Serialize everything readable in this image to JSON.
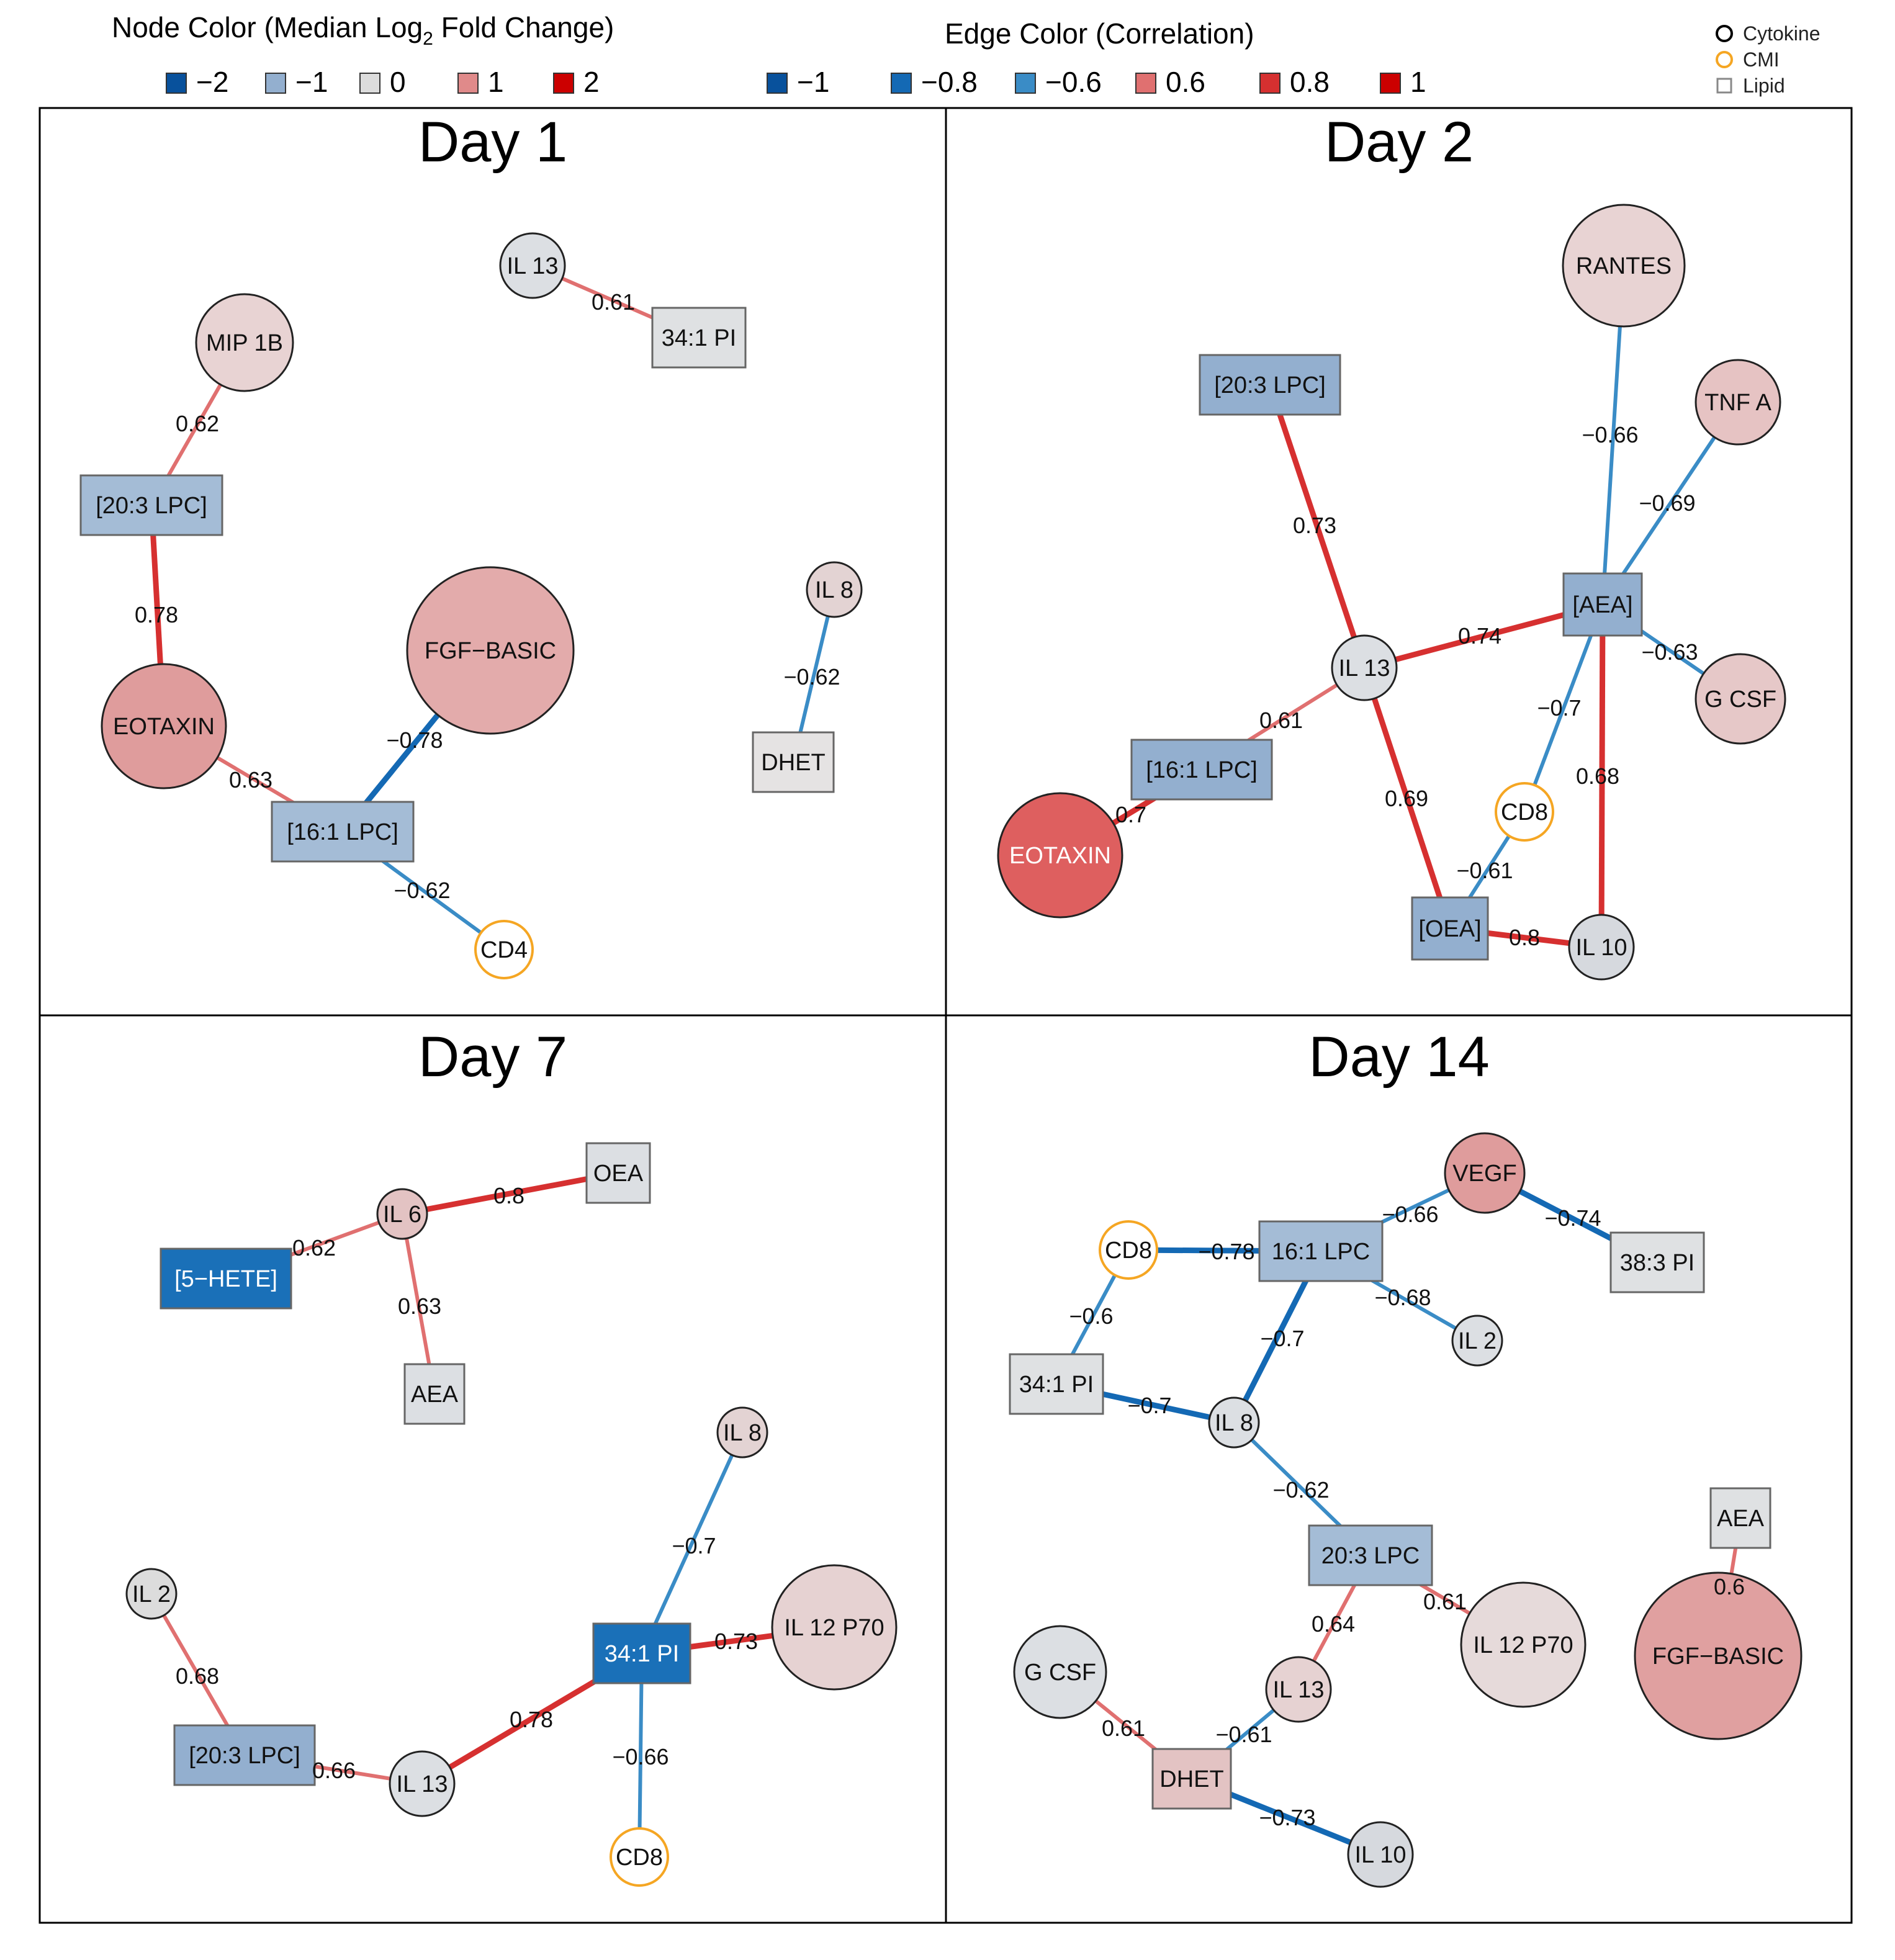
{
  "legend": {
    "node_color": {
      "title_prefix": "Node Color (Median Log",
      "title_sub": "2",
      "title_suffix": " Fold Change)",
      "items": [
        {
          "label": "−2",
          "color": "#08519c"
        },
        {
          "label": "−1",
          "color": "#93afcf"
        },
        {
          "label": "0",
          "color": "#dcdcdc"
        },
        {
          "label": "1",
          "color": "#e08a8a"
        },
        {
          "label": "2",
          "color": "#cc0000"
        }
      ]
    },
    "edge_color": {
      "title": "Edge Color (Correlation)",
      "items": [
        {
          "label": "−1",
          "color": "#08519c"
        },
        {
          "label": "−0.8",
          "color": "#1469b4"
        },
        {
          "label": "−0.6",
          "color": "#3a8cc6"
        },
        {
          "label": "0.6",
          "color": "#e07070"
        },
        {
          "label": "0.8",
          "color": "#d63030"
        },
        {
          "label": "1",
          "color": "#cc0000"
        }
      ]
    },
    "shape": {
      "items": [
        {
          "label": "Cytokine",
          "shape": "circle",
          "color": "#000000"
        },
        {
          "label": "CMI",
          "shape": "circle",
          "color": "#f5a623"
        },
        {
          "label": "Lipid",
          "shape": "square",
          "color": "#888888"
        }
      ]
    }
  },
  "panels": [
    {
      "title": "Day 1",
      "nodes": [
        {
          "id": "il13",
          "label": "IL 13",
          "shape": "circle",
          "fill": "#dcdfe3"
        },
        {
          "id": "pi341",
          "label": "34:1 PI",
          "shape": "rect",
          "fill": "#dfe1e3"
        },
        {
          "id": "mip1b",
          "label": "MIP 1B",
          "shape": "circle",
          "fill": "#e8d3d3"
        },
        {
          "id": "lpc203",
          "label": "[20:3 LPC]",
          "shape": "rect",
          "fill": "#a4bcd6"
        },
        {
          "id": "fgf",
          "label": "FGF−BASIC",
          "shape": "circle",
          "fill": "#e3abab"
        },
        {
          "id": "eotaxin",
          "label": "EOTAXIN",
          "shape": "circle",
          "fill": "#df9c9c"
        },
        {
          "id": "lpc161",
          "label": "[16:1 LPC]",
          "shape": "rect",
          "fill": "#a4bcd6"
        },
        {
          "id": "cd4",
          "label": "CD4",
          "shape": "cmi",
          "fill": "#ffffff"
        },
        {
          "id": "il8",
          "label": "IL 8",
          "shape": "circle",
          "fill": "#e3d3d3"
        },
        {
          "id": "dhet",
          "label": "DHET",
          "shape": "rect",
          "fill": "#e5e3e3"
        }
      ],
      "edges": [
        {
          "from": "il13",
          "to": "pi341",
          "label": "0.61",
          "color": "#e07070"
        },
        {
          "from": "mip1b",
          "to": "lpc203",
          "label": "0.62",
          "color": "#e07070"
        },
        {
          "from": "lpc203",
          "to": "eotaxin",
          "label": "0.78",
          "color": "#d63030"
        },
        {
          "from": "eotaxin",
          "to": "lpc161",
          "label": "0.63",
          "color": "#e07070"
        },
        {
          "from": "fgf",
          "to": "lpc161",
          "label": "−0.78",
          "color": "#1469b4"
        },
        {
          "from": "lpc161",
          "to": "cd4",
          "label": "−0.62",
          "color": "#3a8cc6"
        },
        {
          "from": "il8",
          "to": "dhet",
          "label": "−0.62",
          "color": "#3a8cc6"
        }
      ]
    },
    {
      "title": "Day 2",
      "nodes": [
        {
          "id": "rantes",
          "label": "RANTES",
          "shape": "circle",
          "fill": "#e8d3d3"
        },
        {
          "id": "lpc203",
          "label": "[20:3 LPC]",
          "shape": "rect",
          "fill": "#93afcf"
        },
        {
          "id": "tnfa",
          "label": "TNF A",
          "shape": "circle",
          "fill": "#e6c3c3"
        },
        {
          "id": "aea",
          "label": "[AEA]",
          "shape": "rect",
          "fill": "#93afcf"
        },
        {
          "id": "il13",
          "label": "IL 13",
          "shape": "circle",
          "fill": "#dcdfe3"
        },
        {
          "id": "gcsf",
          "label": "G CSF",
          "shape": "circle",
          "fill": "#e6c8c8"
        },
        {
          "id": "lpc161",
          "label": "[16:1 LPC]",
          "shape": "rect",
          "fill": "#93afcf"
        },
        {
          "id": "cd8",
          "label": "CD8",
          "shape": "cmi",
          "fill": "#ffffff"
        },
        {
          "id": "eotaxin",
          "label": "EOTAXIN",
          "shape": "circle",
          "fill": "#de5f5f"
        },
        {
          "id": "oea",
          "label": "[OEA]",
          "shape": "rect",
          "fill": "#93afcf"
        },
        {
          "id": "il10",
          "label": "IL 10",
          "shape": "circle",
          "fill": "#d6d9de"
        }
      ],
      "edges": [
        {
          "from": "rantes",
          "to": "aea",
          "label": "−0.66",
          "color": "#3a8cc6"
        },
        {
          "from": "tnfa",
          "to": "aea",
          "label": "−0.69",
          "color": "#3a8cc6"
        },
        {
          "from": "lpc203",
          "to": "il13",
          "label": "0.73",
          "color": "#d63030"
        },
        {
          "from": "il13",
          "to": "aea",
          "label": "0.74",
          "color": "#d63030"
        },
        {
          "from": "aea",
          "to": "gcsf",
          "label": "−0.63",
          "color": "#3a8cc6"
        },
        {
          "from": "aea",
          "to": "cd8",
          "label": "−0.7",
          "color": "#3a8cc6"
        },
        {
          "from": "aea",
          "to": "il10",
          "label": "0.68",
          "color": "#d63030"
        },
        {
          "from": "il13",
          "to": "lpc161",
          "label": "0.61",
          "color": "#e07070"
        },
        {
          "from": "il13",
          "to": "oea",
          "label": "0.69",
          "color": "#d63030"
        },
        {
          "from": "lpc161",
          "to": "eotaxin",
          "label": "0.7",
          "color": "#d63030"
        },
        {
          "from": "cd8",
          "to": "oea",
          "label": "−0.61",
          "color": "#3a8cc6"
        },
        {
          "from": "oea",
          "to": "il10",
          "label": "0.8",
          "color": "#d63030"
        }
      ]
    },
    {
      "title": "Day 7",
      "nodes": [
        {
          "id": "oea",
          "label": "OEA",
          "shape": "rect",
          "fill": "#dcdfe3"
        },
        {
          "id": "il6",
          "label": "IL 6",
          "shape": "circle",
          "fill": "#e3c3c3"
        },
        {
          "id": "hete",
          "label": "[5−HETE]",
          "shape": "rect",
          "fill": "#1a70b8"
        },
        {
          "id": "aea",
          "label": "AEA",
          "shape": "rect",
          "fill": "#dcdfe3"
        },
        {
          "id": "il8",
          "label": "IL 8",
          "shape": "circle",
          "fill": "#e3d3d3"
        },
        {
          "id": "il2",
          "label": "IL 2",
          "shape": "circle",
          "fill": "#dcdcdc"
        },
        {
          "id": "il12",
          "label": "IL 12 P70",
          "shape": "circle",
          "fill": "#e6d2d2"
        },
        {
          "id": "pi341",
          "label": "34:1 PI",
          "shape": "rect",
          "fill": "#1a70b8"
        },
        {
          "id": "lpc203",
          "label": "[20:3 LPC]",
          "shape": "rect",
          "fill": "#93afcf"
        },
        {
          "id": "il13",
          "label": "IL 13",
          "shape": "circle",
          "fill": "#dcdfe3"
        },
        {
          "id": "cd8",
          "label": "CD8",
          "shape": "cmi",
          "fill": "#ffffff"
        }
      ],
      "edges": [
        {
          "from": "il6",
          "to": "oea",
          "label": "0.8",
          "color": "#d63030"
        },
        {
          "from": "hete",
          "to": "il6",
          "label": "0.62",
          "color": "#e07070"
        },
        {
          "from": "il6",
          "to": "aea",
          "label": "0.63",
          "color": "#e07070"
        },
        {
          "from": "il8",
          "to": "pi341",
          "label": "−0.7",
          "color": "#3a8cc6"
        },
        {
          "from": "pi341",
          "to": "il12",
          "label": "0.73",
          "color": "#d63030"
        },
        {
          "from": "il2",
          "to": "lpc203",
          "label": "0.68",
          "color": "#e07070"
        },
        {
          "from": "lpc203",
          "to": "il13",
          "label": "0.66",
          "color": "#e07070"
        },
        {
          "from": "il13",
          "to": "pi341",
          "label": "0.78",
          "color": "#d63030"
        },
        {
          "from": "pi341",
          "to": "cd8",
          "label": "−0.66",
          "color": "#3a8cc6"
        }
      ]
    },
    {
      "title": "Day 14",
      "nodes": [
        {
          "id": "vegf",
          "label": "VEGF",
          "shape": "circle",
          "fill": "#df9c9c"
        },
        {
          "id": "cd8",
          "label": "CD8",
          "shape": "cmi",
          "fill": "#ffffff"
        },
        {
          "id": "lpc161",
          "label": "16:1 LPC",
          "shape": "rect",
          "fill": "#a4bcd6"
        },
        {
          "id": "pi383",
          "label": "38:3 PI",
          "shape": "rect",
          "fill": "#dfe1e3"
        },
        {
          "id": "il2",
          "label": "IL 2",
          "shape": "circle",
          "fill": "#dcdfe3"
        },
        {
          "id": "pi341",
          "label": "34:1 PI",
          "shape": "rect",
          "fill": "#dfe1e3"
        },
        {
          "id": "il8",
          "label": "IL 8",
          "shape": "circle",
          "fill": "#dcdfe3"
        },
        {
          "id": "lpc203",
          "label": "20:3 LPC",
          "shape": "rect",
          "fill": "#a4bcd6"
        },
        {
          "id": "aea",
          "label": "AEA",
          "shape": "rect",
          "fill": "#dfe1e3"
        },
        {
          "id": "il12",
          "label": "IL 12 P70",
          "shape": "circle",
          "fill": "#e6dada"
        },
        {
          "id": "fgf",
          "label": "FGF−BASIC",
          "shape": "circle",
          "fill": "#e0a0a0"
        },
        {
          "id": "gcsf",
          "label": "G CSF",
          "shape": "circle",
          "fill": "#dcdfe3"
        },
        {
          "id": "il13",
          "label": "IL 13",
          "shape": "circle",
          "fill": "#e6d2d2"
        },
        {
          "id": "dhet",
          "label": "DHET",
          "shape": "rect",
          "fill": "#e3c3c3"
        },
        {
          "id": "il10",
          "label": "IL 10",
          "shape": "circle",
          "fill": "#d6d9de"
        }
      ],
      "edges": [
        {
          "from": "cd8",
          "to": "lpc161",
          "label": "−0.78",
          "color": "#1469b4"
        },
        {
          "from": "vegf",
          "to": "lpc161",
          "label": "−0.66",
          "color": "#3a8cc6"
        },
        {
          "from": "vegf",
          "to": "pi383",
          "label": "−0.74",
          "color": "#1469b4"
        },
        {
          "from": "lpc161",
          "to": "il2",
          "label": "−0.68",
          "color": "#3a8cc6"
        },
        {
          "from": "cd8",
          "to": "pi341",
          "label": "−0.6",
          "color": "#3a8cc6"
        },
        {
          "from": "lpc161",
          "to": "il8",
          "label": "−0.7",
          "color": "#1469b4"
        },
        {
          "from": "pi341",
          "to": "il8",
          "label": "−0.7",
          "color": "#1469b4"
        },
        {
          "from": "il8",
          "to": "lpc203",
          "label": "−0.62",
          "color": "#3a8cc6"
        },
        {
          "from": "lpc203",
          "to": "il12",
          "label": "0.61",
          "color": "#e07070"
        },
        {
          "from": "lpc203",
          "to": "il13",
          "label": "0.64",
          "color": "#e07070"
        },
        {
          "from": "aea",
          "to": "fgf",
          "label": "0.6",
          "color": "#e07070"
        },
        {
          "from": "gcsf",
          "to": "dhet",
          "label": "0.61",
          "color": "#e07070"
        },
        {
          "from": "il13",
          "to": "dhet",
          "label": "−0.61",
          "color": "#3a8cc6"
        },
        {
          "from": "dhet",
          "to": "il10",
          "label": "−0.73",
          "color": "#1469b4"
        }
      ]
    }
  ]
}
